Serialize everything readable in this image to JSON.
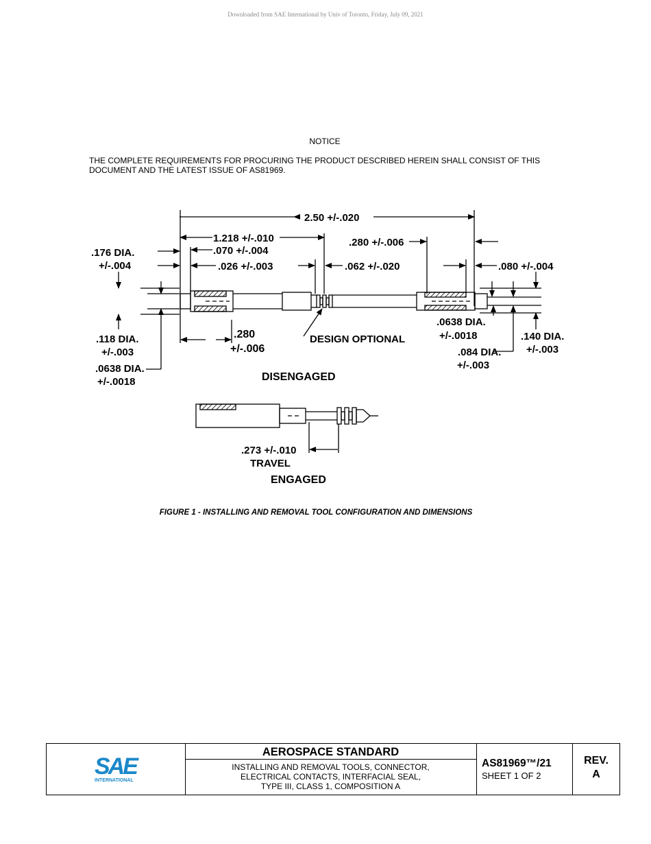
{
  "watermark": "Downloaded from SAE International by Univ of Toronto, Friday, July 09, 2021",
  "notice": {
    "title": "NOTICE",
    "text": "THE COMPLETE REQUIREMENTS FOR PROCURING THE PRODUCT DESCRIBED HEREIN SHALL CONSIST OF THIS DOCUMENT AND THE LATEST ISSUE OF AS81969."
  },
  "figure": {
    "dims": {
      "overall": "2.50 +/-.020",
      "d1218": "1.218 +/-.010",
      "d070": ".070 +/-.004",
      "d026": ".026 +/-.003",
      "d280top": ".280 +/-.006",
      "d062": ".062 +/-.020",
      "d080": ".080 +/-.004",
      "dia176": ".176 DIA.",
      "tol176": "+/-.004",
      "dia118": ".118 DIA.",
      "tol118": "+/-.003",
      "dia0638left": ".0638 DIA.",
      "tol0638left": "+/-.0018",
      "d280bottom": ".280",
      "d280bottom_tol": "+/-.006",
      "design_optional": "DESIGN OPTIONAL",
      "dia0638right": ".0638 DIA.",
      "tol0638right": "+/-.0018",
      "dia084": ".084 DIA.",
      "tol084": "+/-.003",
      "dia140": ".140 DIA.",
      "tol140": "+/-.003",
      "travel": ".273 +/-.010",
      "travel_label": "TRAVEL"
    },
    "state_disengaged": "DISENGAGED",
    "state_engaged": "ENGAGED",
    "caption": "FIGURE 1 - INSTALLING AND REMOVAL TOOL CONFIGURATION AND DIMENSIONS"
  },
  "title_block": {
    "logo_text": "SAE",
    "logo_subtext": "INTERNATIONAL",
    "logo_color": "#1a88c9",
    "heading": "AEROSPACE STANDARD",
    "description": [
      "INSTALLING AND REMOVAL TOOLS, CONNECTOR,",
      "ELECTRICAL CONTACTS, INTERFACIAL SEAL,",
      "TYPE III, CLASS 1, COMPOSITION A"
    ],
    "doc_number": "AS81969™/21",
    "sheet": "SHEET 1 OF 2",
    "rev_label": "REV.",
    "rev_value": "A"
  }
}
